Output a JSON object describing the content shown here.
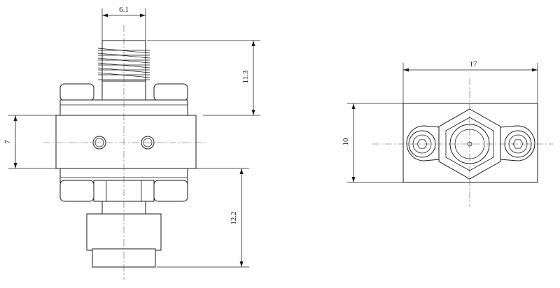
{
  "dimensions": {
    "thread_width": "6.1",
    "thread_length": "11.3",
    "body_height": "7",
    "lower_length": "12.2",
    "overall_width": "17",
    "overall_height": "10"
  }
}
